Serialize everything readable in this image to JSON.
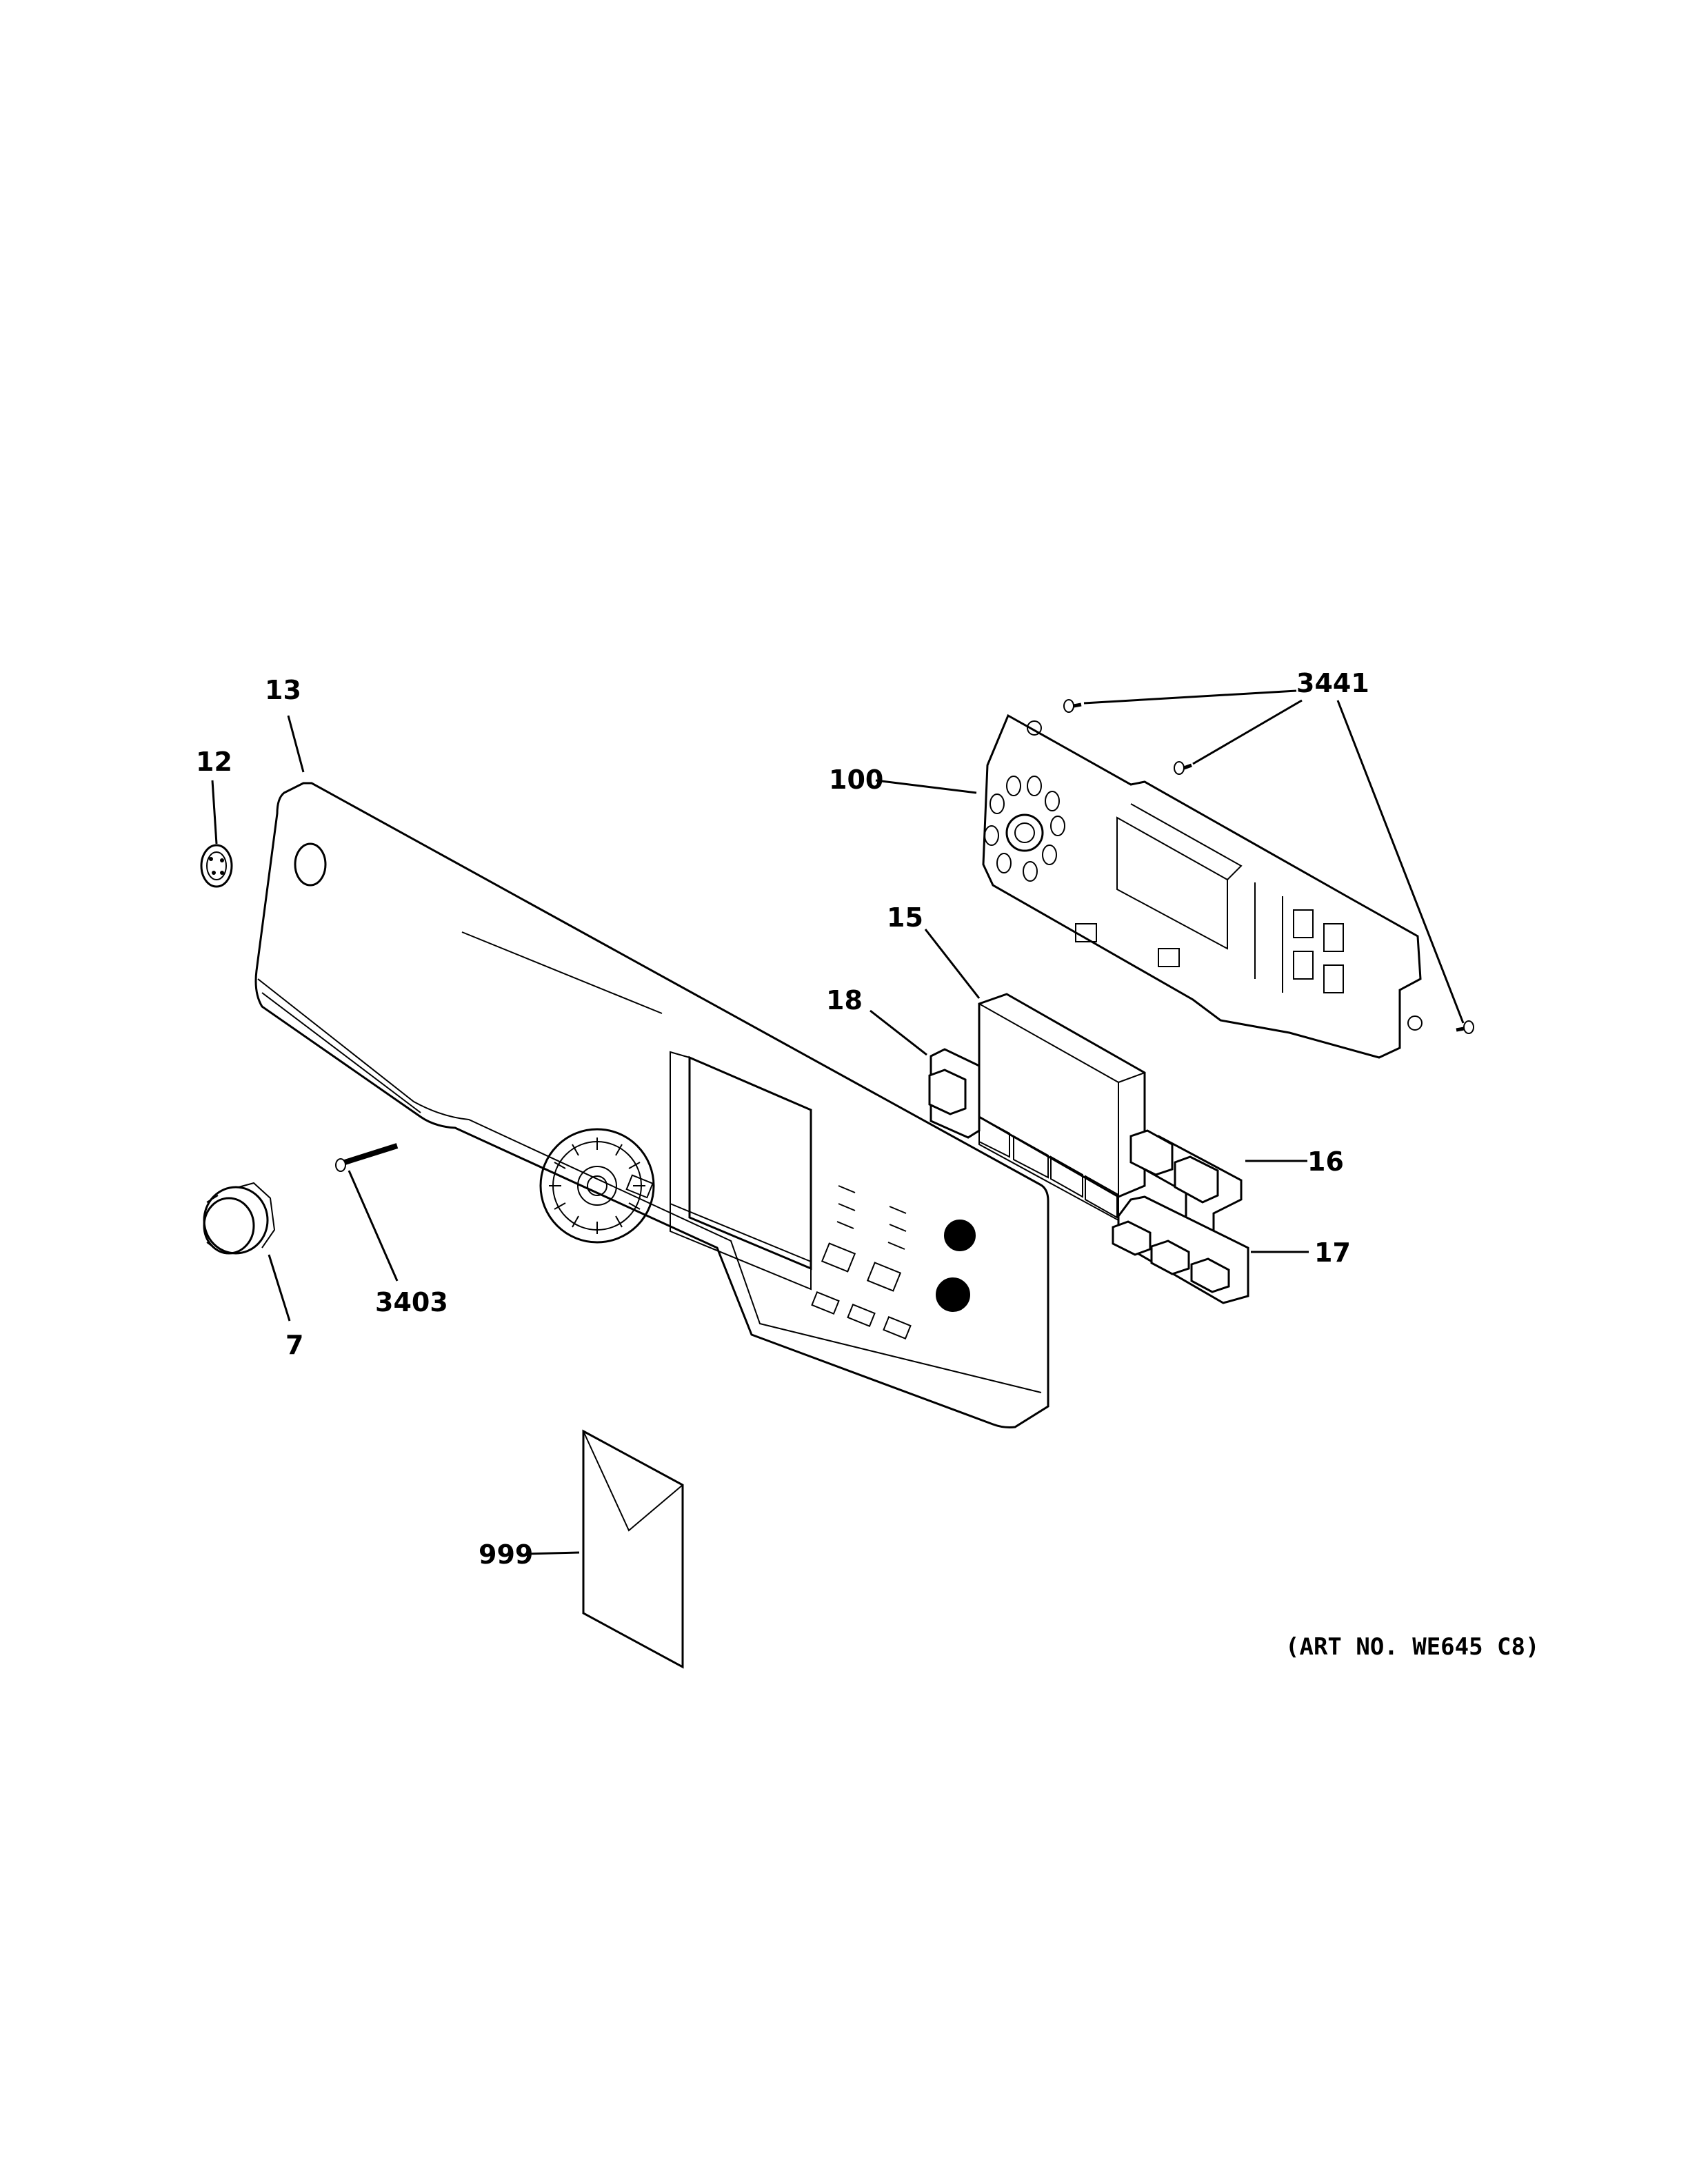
{
  "diagram": {
    "callouts": {
      "c13": "13",
      "c12": "12",
      "c7": "7",
      "c3403": "3403",
      "c999": "999",
      "c100": "100",
      "c3441": "3441",
      "c15": "15",
      "c18": "18",
      "c16": "16",
      "c17": "17"
    },
    "art_number": "(ART NO. WE645 C8)"
  }
}
